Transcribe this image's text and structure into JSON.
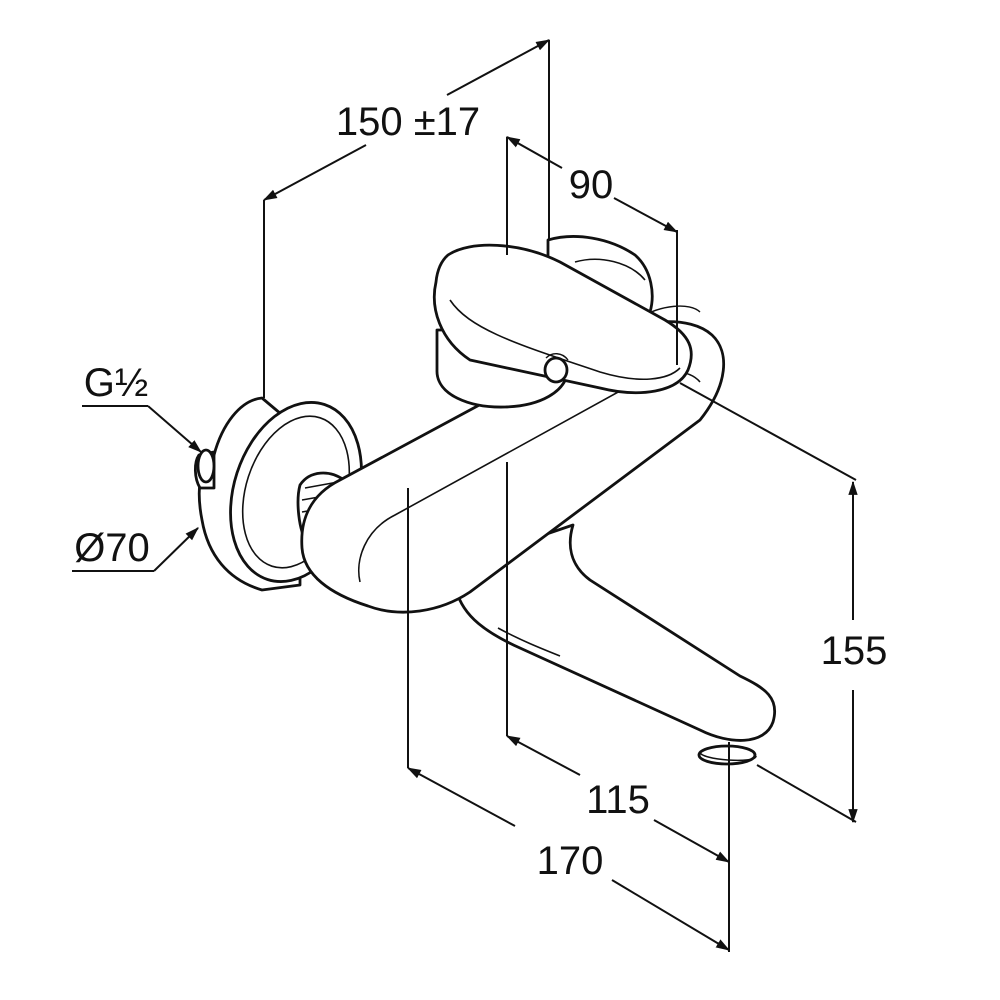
{
  "drawing": {
    "colors": {
      "ink": "#111111",
      "paper": "#ffffff"
    },
    "dimensions": {
      "projection_with_tolerance": "150 ±17",
      "handle_projection": "90",
      "height": "155",
      "spout_reach_inner": "115",
      "spout_reach_total": "170",
      "thread_size": "G½",
      "rosette_diameter": "Ø70"
    }
  }
}
